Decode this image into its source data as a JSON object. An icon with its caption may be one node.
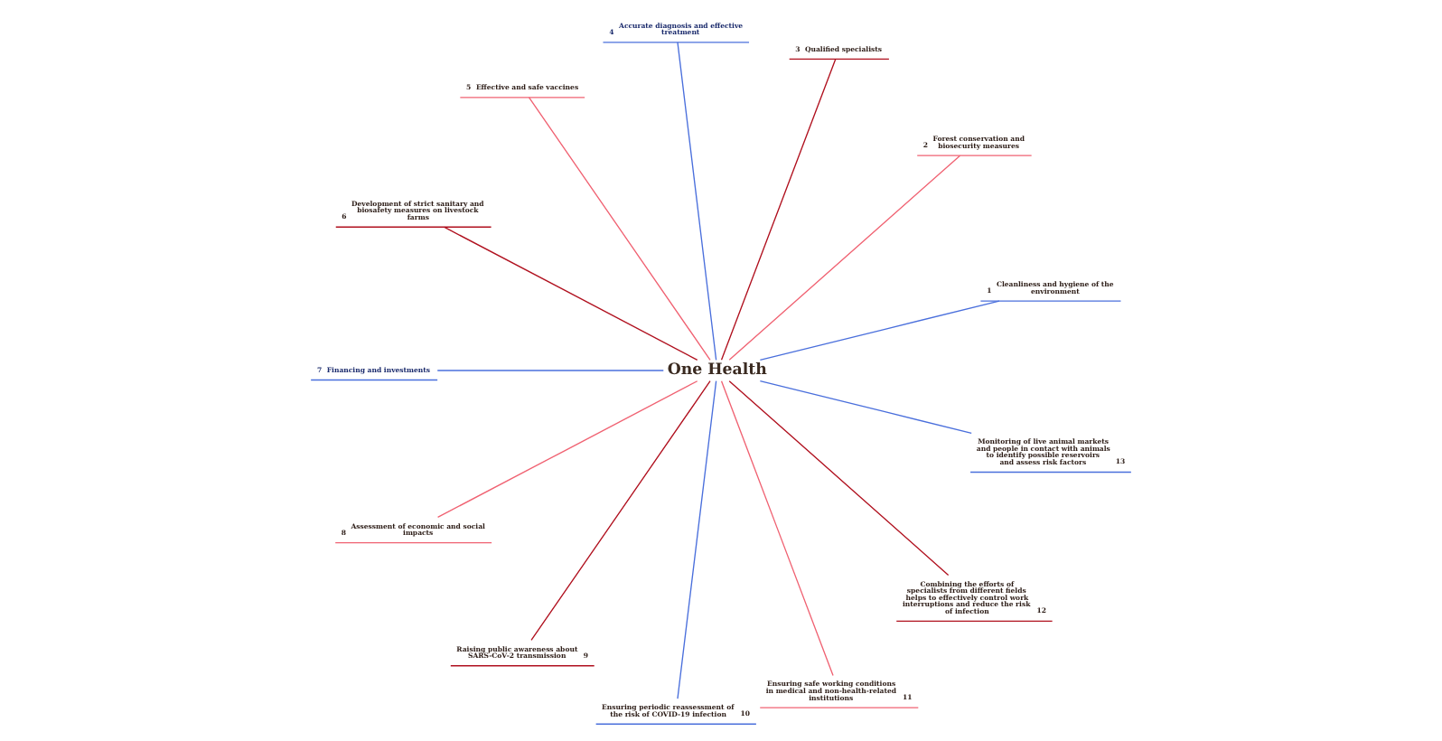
{
  "diagram": {
    "nodes": [
      {
        "text": [
          "One Health"
        ]
      },
      {
        "text": [
          "1",
          "Cleanliness and hygiene of the environment"
        ]
      },
      {
        "text": [
          "2",
          "Forest conservation and biosecurity measures"
        ]
      },
      {
        "text": [
          "3",
          "Qualified specialists"
        ]
      },
      {
        "text": [
          "4",
          "Accurate diagnosis and effective treatment"
        ]
      },
      {
        "text": [
          "5",
          "Effective and safe vaccines"
        ]
      },
      {
        "text": [
          "6",
          "Development of strict sanitary and biosafety measures on livestock farms"
        ]
      },
      {
        "text": [
          "7",
          "Financing and investments"
        ]
      },
      {
        "text": [
          "8",
          "Assessment of economic and social impacts"
        ]
      },
      {
        "text": [
          "Raising public awareness about SARS-CoV-2 transmission",
          "9"
        ]
      },
      {
        "text": [
          "Ensuring periodic reassessment of the risk of COVID-19 infection",
          "10"
        ]
      },
      {
        "text": [
          "Ensuring safe working conditions in medical and non-health-related institutions",
          "11"
        ]
      },
      {
        "text": [
          "Combining the efforts of specialists from different fields helps to effectively control work interruptions and reduce the risk of infection",
          "12"
        ]
      },
      {
        "text": [
          "Monitoring of live animal markets and people in contact with animals to identify possible reservoirs and assess risk factors",
          "13"
        ]
      }
    ],
    "edges": [
      {
        "from": 0,
        "to": 1,
        "arrow": "none",
        "color": "#4a6fdc"
      },
      {
        "from": 0,
        "to": 2,
        "arrow": "none",
        "color": "#f06272"
      },
      {
        "from": 0,
        "to": 3,
        "arrow": "none",
        "color": "#b0101e"
      },
      {
        "from": 0,
        "to": 4,
        "arrow": "none",
        "color": "#4a6fdc"
      },
      {
        "from": 0,
        "to": 5,
        "arrow": "none",
        "color": "#f06272"
      },
      {
        "from": 0,
        "to": 6,
        "arrow": "none",
        "color": "#b0101e"
      },
      {
        "from": 0,
        "to": 7,
        "arrow": "none",
        "color": "#4a6fdc"
      },
      {
        "from": 0,
        "to": 8,
        "arrow": "none",
        "color": "#f06272"
      },
      {
        "from": 0,
        "to": 9,
        "arrow": "none",
        "color": "#b0101e"
      },
      {
        "from": 0,
        "to": 10,
        "arrow": "none",
        "color": "#4a6fdc"
      },
      {
        "from": 0,
        "to": 11,
        "arrow": "none",
        "color": "#f06272"
      },
      {
        "from": 0,
        "to": 12,
        "arrow": "none",
        "color": "#b0101e"
      },
      {
        "from": 0,
        "to": 13,
        "arrow": "none",
        "color": "#4a6fdc"
      }
    ]
  }
}
